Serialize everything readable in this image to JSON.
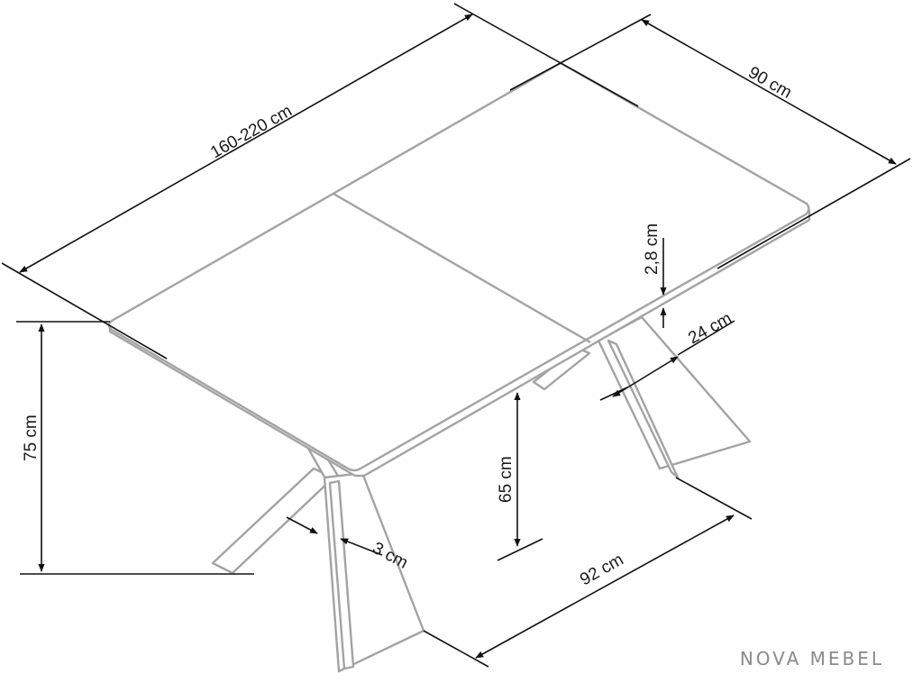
{
  "brand": {
    "watermark": "NOVA MEBEL"
  },
  "dimensions": {
    "length": "160-220 cm",
    "width": "90 cm",
    "top_thickness": "2,8 cm",
    "leg_width": "24 cm",
    "height": "75 cm",
    "under_clearance": "65 cm",
    "leg_thickness": "3 cm",
    "leg_span": "92 cm"
  },
  "colors": {
    "table_line": "#a3a3a3",
    "dimension_line": "#111111",
    "watermark": "#8a8a8a"
  }
}
